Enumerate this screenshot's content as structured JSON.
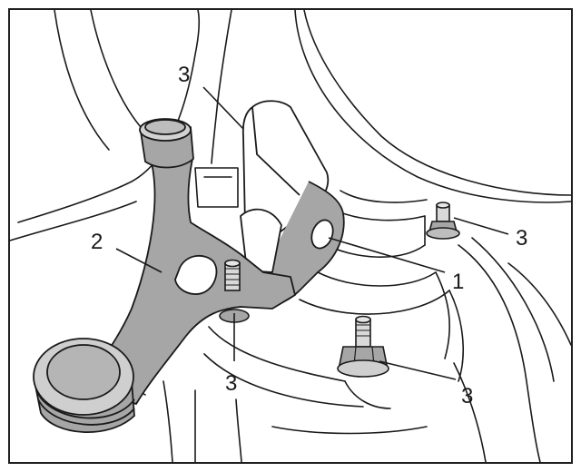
{
  "figure": {
    "frame_color": "#231f20",
    "part_fill": "#a6a6a6",
    "line_color": "#1a1a1a",
    "callouts": [
      {
        "id": "c-3-top",
        "label": "3"
      },
      {
        "id": "c-2",
        "label": "2"
      },
      {
        "id": "c-3-right",
        "label": "3"
      },
      {
        "id": "c-1",
        "label": "1"
      },
      {
        "id": "c-3-bottom-left",
        "label": "3"
      },
      {
        "id": "c-3-bottom-right",
        "label": "3"
      }
    ]
  }
}
